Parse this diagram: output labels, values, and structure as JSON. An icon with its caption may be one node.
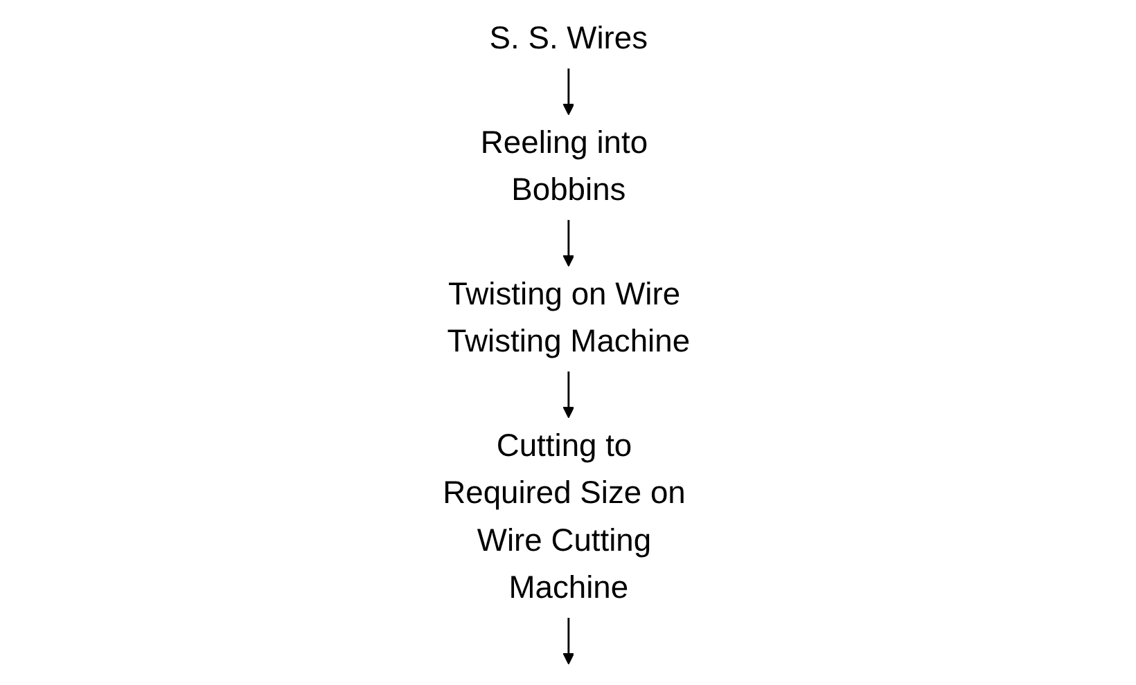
{
  "diagram": {
    "nodes": [
      {
        "text": [
          "S. S. Wires"
        ]
      },
      {
        "text": [
          "Reeling into Bobbins"
        ]
      },
      {
        "text": [
          "Twisting on Wire Twisting Machine"
        ]
      },
      {
        "text": [
          "Cutting to Required Size on Wire Cutting Machine"
        ]
      }
    ],
    "edges": [
      {
        "from": 0,
        "to": 1,
        "arrow": "to"
      },
      {
        "from": 1,
        "to": 2,
        "arrow": "to"
      },
      {
        "from": 2,
        "to": 3,
        "arrow": "to"
      },
      {
        "from": 3,
        "to": null,
        "arrow": "to"
      }
    ]
  }
}
